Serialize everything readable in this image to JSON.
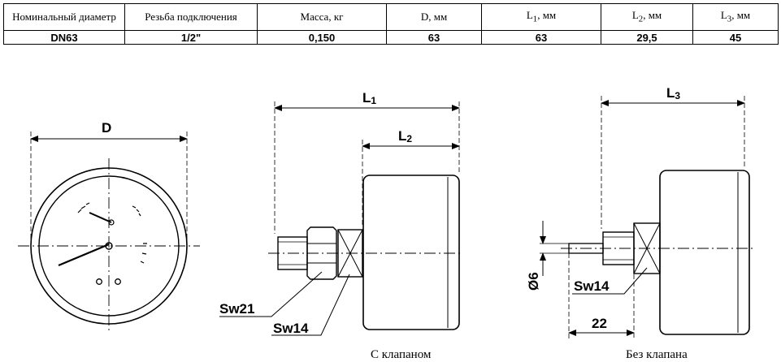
{
  "table": {
    "headers": [
      {
        "main": "Номинальный диаметр"
      },
      {
        "main": "Резьба подключения"
      },
      {
        "main": "Масса, кг"
      },
      {
        "main": "D, мм"
      },
      {
        "main": "L",
        "sub": "1",
        "tail": ", мм"
      },
      {
        "main": "L",
        "sub": "2",
        "tail": ", мм"
      },
      {
        "main": "L",
        "sub": "3",
        "tail": ", мм"
      }
    ],
    "row": [
      "DN63",
      "1/2\"",
      "0,150",
      "63",
      "63",
      "29,5",
      "45"
    ]
  },
  "drawing": {
    "front": {
      "dim_label": "D"
    },
    "side_valve": {
      "l1": "L",
      "l1_sub": "1",
      "l2": "L",
      "l2_sub": "2",
      "sw_large": "Sw21",
      "sw_small": "Sw14",
      "caption": "С клапаном"
    },
    "side_novalve": {
      "l3": "L",
      "l3_sub": "3",
      "sw": "Sw14",
      "dia": "Ø6",
      "len": "22",
      "caption": "Без клапана"
    }
  }
}
